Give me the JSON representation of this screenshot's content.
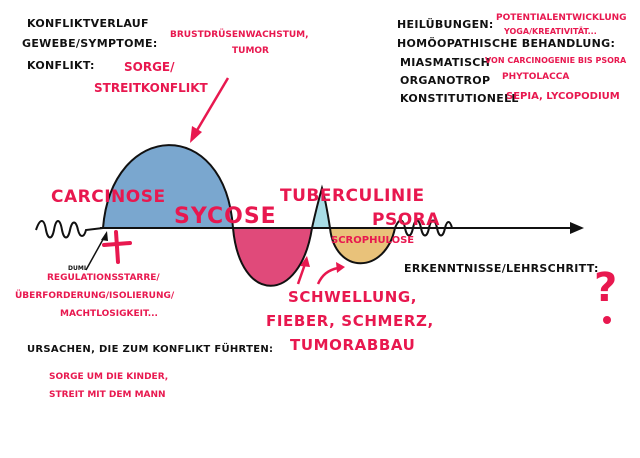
{
  "header_left": {
    "konfliktverlauf": "Konfliktverlauf",
    "gewebe_label": "Gewebe/Symptome:",
    "gewebe_value_1": "Brustdrüsenwachstum,",
    "gewebe_value_2": "Tumor",
    "konflikt_label": "Konflikt:",
    "konflikt_value_1": "Sorge/",
    "konflikt_value_2": "Streitkonflikt"
  },
  "header_right": {
    "heilubungen_label": "Heilübungen:",
    "heilubungen_value_1": "Potentialentwicklung",
    "heilubungen_value_2": "Yoga/Kreativität...",
    "homoo_label": "Homöopathische Behandlung:",
    "miasmatisch_label": "Miasmatisch",
    "miasmatisch_value": "von Carcinogenie bis Psora",
    "organotrop_label": "Organotrop",
    "organotrop_value": "Phytolacca",
    "konstitutionell_label": "Konstitutionell",
    "konstitutionell_value": "Sepia, Lycopodium"
  },
  "phases": {
    "carcinose": "Carcinose",
    "sycose": "Sycose",
    "tuberculinie": "Tuberculinie",
    "psora": "Psora",
    "scrophulose": "Scrophulose"
  },
  "annotations": {
    "dumi": "DUMI",
    "regulation_1": "Regulationsstarre/",
    "regulation_2": "Überforderung/Isolierung/",
    "regulation_3": "Machtlosigkeit...",
    "symptoms_1": "Schwellung,",
    "symptoms_2": "Fieber, Schmerz,",
    "symptoms_3": "Tumorabbau",
    "erkenntnisse_label": "Erkenntnisse/Lehrschritt:",
    "question_mark": "?"
  },
  "causes": {
    "label": "Ursachen, die zum Konflikt führten:",
    "value_1": "Sorge um die Kinder,",
    "value_2": "Streit mit dem Mann"
  },
  "colors": {
    "blue_phase": "#7aa7cf",
    "pink_phase": "#e04a7a",
    "cyan_phase": "#a8dde6",
    "yellow_phase": "#e9c27a",
    "accent_red": "#e8184f"
  }
}
